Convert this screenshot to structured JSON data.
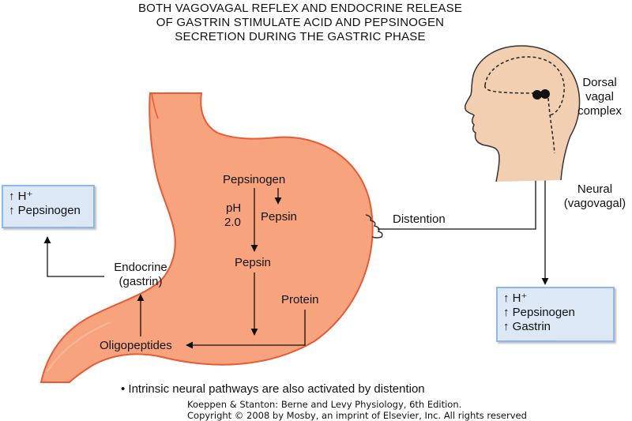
{
  "title": {
    "line1": "BOTH VAGOVAGAL REFLEX AND ENDOCRINE RELEASE",
    "line2": "OF GASTRIN STIMULATE ACID AND PEPSINOGEN",
    "line3": "SECRETION DURING THE GASTRIC PHASE"
  },
  "left_box": {
    "line1": "↑ H⁺",
    "line2": "↑ Pepsinogen"
  },
  "right_box": {
    "line1": "↑ H⁺",
    "line2": "↑ Pepsinogen",
    "line3": "↑ Gastrin"
  },
  "labels": {
    "pepsinogen": "Pepsinogen",
    "ph": "pH",
    "ph_value": "2.0",
    "pepsin_small": "Pepsin",
    "pepsin": "Pepsin",
    "protein": "Protein",
    "oligopeptides": "Oligopeptides",
    "endocrine": "Endocrine",
    "gastrin": "(gastrin)",
    "distention": "Distention",
    "dorsal": "Dorsal",
    "vagal": "vagal",
    "complex": "complex",
    "neural": "Neural",
    "vagovagal": "(vagovagal)"
  },
  "note": "• Intrinsic neural pathways are also activated by distention",
  "credit": {
    "line1": "Koeppen & Stanton: Berne and Levy Physiology, 6th Edition.",
    "line2": "Copyright © 2008 by Mosby, an imprint of Elsevier, Inc. All rights reserved"
  },
  "colors": {
    "stomach_fill": "#f7a47e",
    "stomach_stroke": "#e85a34",
    "box_fill": "#dde8f7",
    "box_border": "#8fb7e8",
    "head_fill": "#f3cfb2"
  }
}
